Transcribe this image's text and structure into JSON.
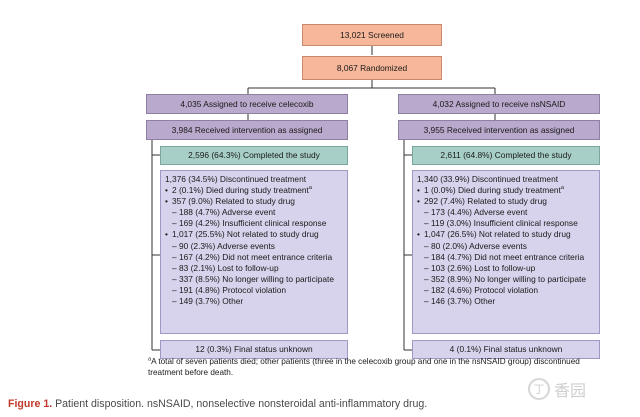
{
  "flow": {
    "screened": "13,021 Screened",
    "randomized": "8,067 Randomized"
  },
  "left": {
    "assigned": "4,035 Assigned to receive celecoxib",
    "received": "3,984 Received intervention as assigned",
    "completed": "2,596 (64.3%) Completed the study",
    "discontinued": [
      {
        "level": 1,
        "bullet": false,
        "text": "1,376 (34.5%) Discontinued treatment",
        "sup": ""
      },
      {
        "level": 1,
        "bullet": true,
        "text": "2 (0.1%) Died during study treatment",
        "sup": "a"
      },
      {
        "level": 1,
        "bullet": true,
        "text": "357 (9.0%) Related to study drug",
        "sup": ""
      },
      {
        "level": 2,
        "bullet": false,
        "text": "– 188 (4.7%) Adverse event",
        "sup": ""
      },
      {
        "level": 2,
        "bullet": false,
        "text": "– 169 (4.2%) Insufficient clinical response",
        "sup": ""
      },
      {
        "level": 1,
        "bullet": true,
        "text": "1,017 (25.5%) Not related to study drug",
        "sup": ""
      },
      {
        "level": 2,
        "bullet": false,
        "text": "– 90 (2.3%) Adverse events",
        "sup": ""
      },
      {
        "level": 2,
        "bullet": false,
        "text": "– 167 (4.2%) Did not meet entrance criteria",
        "sup": ""
      },
      {
        "level": 2,
        "bullet": false,
        "text": "– 83 (2.1%) Lost to follow-up",
        "sup": ""
      },
      {
        "level": 2,
        "bullet": false,
        "text": "– 337 (8.5%) No longer willing to participate",
        "sup": ""
      },
      {
        "level": 2,
        "bullet": false,
        "text": "– 191 (4.8%) Protocol violation",
        "sup": ""
      },
      {
        "level": 2,
        "bullet": false,
        "text": "– 149 (3.7%) Other",
        "sup": ""
      }
    ],
    "unknown": "12 (0.3%) Final status unknown"
  },
  "right": {
    "assigned": "4,032 Assigned to receive nsNSAID",
    "received": "3,955 Received intervention as assigned",
    "completed": "2,611 (64.8%) Completed the study",
    "discontinued": [
      {
        "level": 1,
        "bullet": false,
        "text": "1,340 (33.9%) Discontinued treatment",
        "sup": ""
      },
      {
        "level": 1,
        "bullet": true,
        "text": "1 (0.0%) Died during study treatment",
        "sup": "a"
      },
      {
        "level": 1,
        "bullet": true,
        "text": "292 (7.4%) Related to study drug",
        "sup": ""
      },
      {
        "level": 2,
        "bullet": false,
        "text": "– 173 (4.4%) Adverse event",
        "sup": ""
      },
      {
        "level": 2,
        "bullet": false,
        "text": "– 119 (3.0%) Insufficient clinical response",
        "sup": ""
      },
      {
        "level": 1,
        "bullet": true,
        "text": "1,047 (26.5%) Not related to study drug",
        "sup": ""
      },
      {
        "level": 2,
        "bullet": false,
        "text": "– 80 (2.0%) Adverse events",
        "sup": ""
      },
      {
        "level": 2,
        "bullet": false,
        "text": "– 184 (4.7%) Did not meet entrance criteria",
        "sup": ""
      },
      {
        "level": 2,
        "bullet": false,
        "text": "– 103 (2.6%) Lost to follow-up",
        "sup": ""
      },
      {
        "level": 2,
        "bullet": false,
        "text": "– 352 (8.9%) No longer willing to participate",
        "sup": ""
      },
      {
        "level": 2,
        "bullet": false,
        "text": "– 182 (4.6%) Protocol violation",
        "sup": ""
      },
      {
        "level": 2,
        "bullet": false,
        "text": "– 146 (3.7%) Other",
        "sup": ""
      }
    ],
    "unknown": "4 (0.1%) Final status unknown"
  },
  "footnote": {
    "marker": "a",
    "text": "A total of seven patients died; other patients (three in the celecoxib group and one in the nsNSAID group) discontinued treatment before death."
  },
  "caption": {
    "label": "Figure 1.",
    "text": " Patient disposition. nsNSAID, nonselective nonsteroidal anti-inflammatory drug."
  },
  "watermark": {
    "glyph": "丁",
    "text": "香园"
  },
  "colors": {
    "screening": "#f7b79a",
    "assignment": "#b9a9cc",
    "completed": "#a8cfc7",
    "detail": "#d7d3ec",
    "caption_label": "#c0392b"
  }
}
